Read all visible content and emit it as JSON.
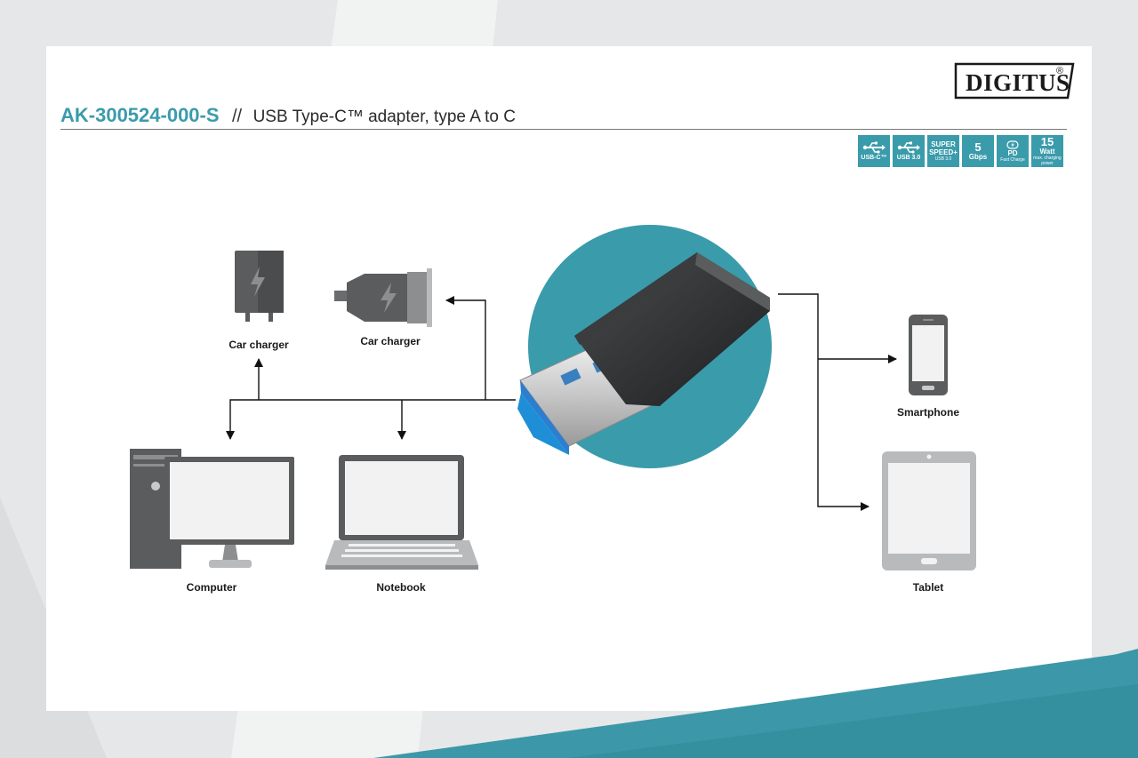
{
  "brand": {
    "logo_text": "DIGITUS",
    "reg_mark": "®"
  },
  "header": {
    "product_code": "AK-300524-000-S",
    "separator": "//",
    "description": "USB Type-C™ adapter, type A to C"
  },
  "badges": [
    {
      "icon": "usb-trident-icon",
      "label": "USB-C™"
    },
    {
      "icon": "usb-trident-icon",
      "label": "USB 3.0"
    },
    {
      "line1": "SUPER",
      "line2": "SPEED+",
      "small": "USB 3.0"
    },
    {
      "value": "5",
      "unit": "Gbps"
    },
    {
      "icon": "power-delivery-icon",
      "value": "PD",
      "small": "Fast Charge"
    },
    {
      "value": "15",
      "unit": "Watt",
      "small": "max. charging power"
    }
  ],
  "devices": {
    "wall_charger": "Car charger",
    "car_charger": "Car charger",
    "computer": "Computer",
    "notebook": "Notebook",
    "smartphone": "Smartphone",
    "tablet": "Tablet"
  },
  "colors": {
    "accent": "#3a9bab",
    "adapter_body": "#2b2d2f",
    "usb_blue": "#1e8fd6",
    "device_gray": "#5a5c5e",
    "screen": "#f2f2f2"
  }
}
